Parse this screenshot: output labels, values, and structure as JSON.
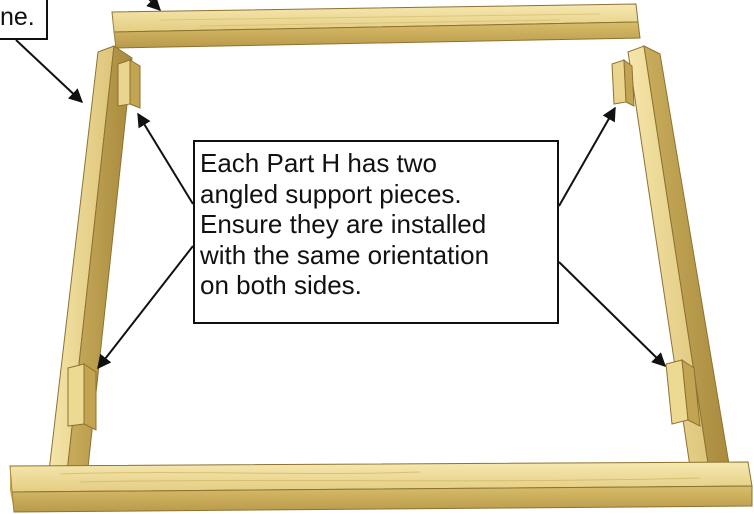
{
  "callouts": {
    "top_fragment": "ne.",
    "main_lines": [
      "Each Part H has two",
      "angled support pieces.",
      "Ensure they are installed",
      "with the same orientation",
      "on both sides."
    ]
  },
  "colors": {
    "wood_light": "#f2e2a3",
    "wood_mid": "#d9bf6b",
    "wood_dark": "#a8893f",
    "outline": "#111111"
  }
}
